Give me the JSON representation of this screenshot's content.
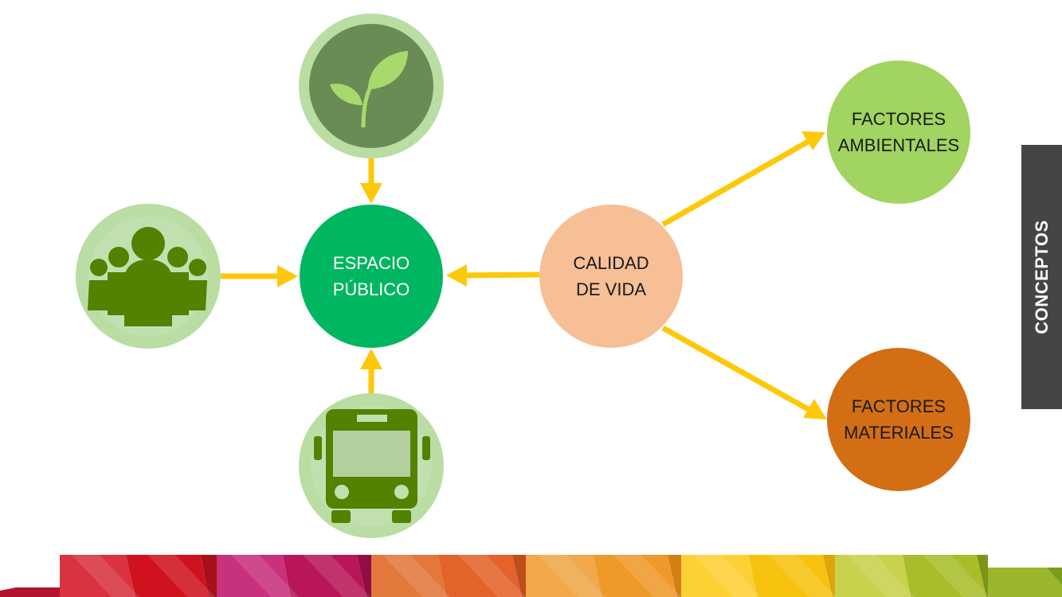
{
  "nodes": {
    "espacio_publico": {
      "line1": "ESPACIO",
      "line2": "PÚBLICO"
    },
    "calidad_de_vida": {
      "line1": "CALIDAD",
      "line2": "DE VIDA"
    },
    "factores_ambientales": {
      "line1": "FACTORES",
      "line2": "AMBIENTALES"
    },
    "factores_materiales": {
      "line1": "FACTORES",
      "line2": "MATERIALES"
    }
  },
  "icons": [
    "leaf-icon",
    "people-icon",
    "bus-icon"
  ],
  "side_tab": {
    "label": "CONCEPTOS"
  },
  "colors": {
    "espacio_publico": "#00b660",
    "calidad_de_vida": "#f6bf96",
    "factores_ambientales": "#a1d460",
    "factores_materiales": "#d36e14",
    "arrow": "#fec80a",
    "icon_ring": "#b9dda3",
    "icon_green": "#528200",
    "side_tab": "#474444"
  }
}
